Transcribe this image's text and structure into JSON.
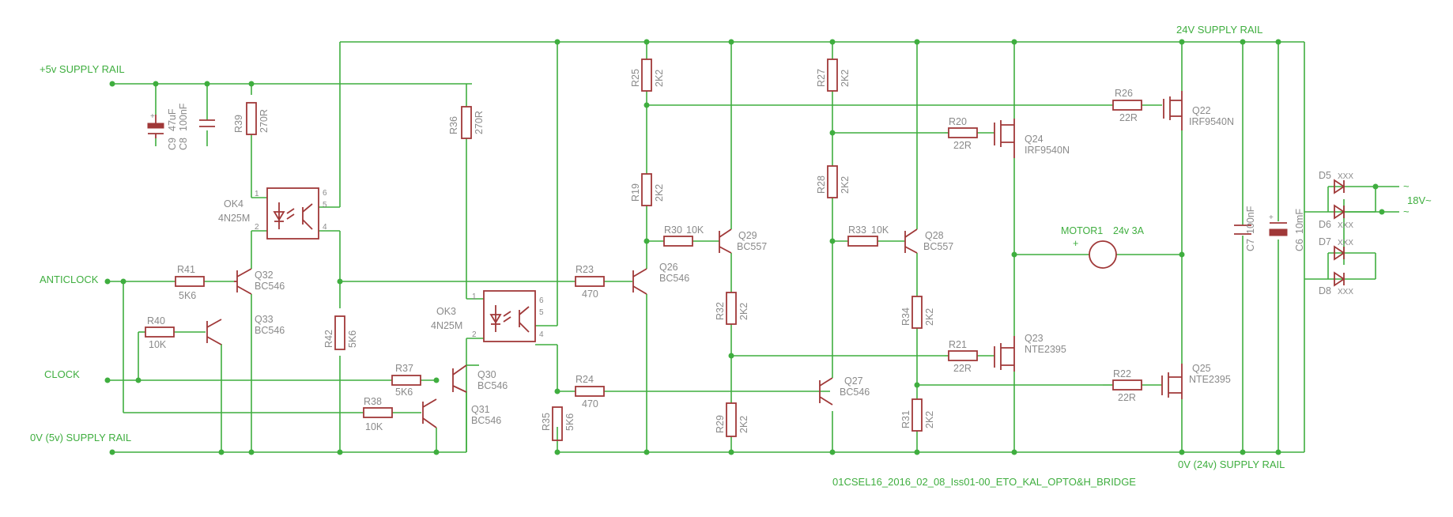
{
  "rails": {
    "supply_24v": "24V SUPPLY RAIL",
    "supply_5v": "+5v SUPPLY RAIL",
    "ground_5v": "0V (5v) SUPPLY RAIL",
    "ground_24v": "0V (24v) SUPPLY RAIL"
  },
  "inputs": {
    "anticlock": "ANTICLOCK",
    "clock": "CLOCK"
  },
  "output": {
    "label": "18V~",
    "tilde": "~"
  },
  "motor": {
    "name": "MOTOR1",
    "rating": "24v 3A",
    "plus": "+"
  },
  "drawing_id": "01CSEL16_2016_02_08_Iss01-00_ETO_KAL_OPTO&H_BRIDGE",
  "parts": {
    "R25": {
      "name": "R25",
      "value": "2K2"
    },
    "R27": {
      "name": "R27",
      "value": "2K2"
    },
    "R19": {
      "name": "R19",
      "value": "2K2"
    },
    "R28": {
      "name": "R28",
      "value": "2K2"
    },
    "R32": {
      "name": "R32",
      "value": "2K2"
    },
    "R34": {
      "name": "R34",
      "value": "2K2"
    },
    "R29": {
      "name": "R29",
      "value": "2K2"
    },
    "R31": {
      "name": "R31",
      "value": "2K2"
    },
    "R39": {
      "name": "R39",
      "value": "270R"
    },
    "R36": {
      "name": "R36",
      "value": "270R"
    },
    "R42": {
      "name": "R42",
      "value": "5K6"
    },
    "R35": {
      "name": "R35",
      "value": "5K6"
    },
    "R41": {
      "name": "R41",
      "value": "5K6"
    },
    "R40": {
      "name": "R40",
      "value": "10K"
    },
    "R37": {
      "name": "R37",
      "value": "5K6"
    },
    "R38": {
      "name": "R38",
      "value": "10K"
    },
    "R23": {
      "name": "R23",
      "value": "470"
    },
    "R24": {
      "name": "R24",
      "value": "470"
    },
    "R30": {
      "name": "R30",
      "value": "10K"
    },
    "R33": {
      "name": "R33",
      "value": "10K"
    },
    "R26": {
      "name": "R26",
      "value": "22R"
    },
    "R20": {
      "name": "R20",
      "value": "22R"
    },
    "R21": {
      "name": "R21",
      "value": "22R"
    },
    "R22": {
      "name": "R22",
      "value": "22R"
    },
    "C9": {
      "name": "C9",
      "value": "47uF"
    },
    "C8": {
      "name": "C8",
      "value": "100nF"
    },
    "C7": {
      "name": "C7",
      "value": "100nF"
    },
    "C6": {
      "name": "C6",
      "value": "10mF"
    },
    "OK4": {
      "name": "OK4",
      "value": "4N25M"
    },
    "OK3": {
      "name": "OK3",
      "value": "4N25M"
    },
    "Q32": {
      "name": "Q32",
      "value": "BC546"
    },
    "Q33": {
      "name": "Q33",
      "value": "BC546"
    },
    "Q30": {
      "name": "Q30",
      "value": "BC546"
    },
    "Q31": {
      "name": "Q31",
      "value": "BC546"
    },
    "Q26": {
      "name": "Q26",
      "value": "BC546"
    },
    "Q27": {
      "name": "Q27",
      "value": "BC546"
    },
    "Q29": {
      "name": "Q29",
      "value": "BC557"
    },
    "Q28": {
      "name": "Q28",
      "value": "BC557"
    },
    "Q22": {
      "name": "Q22",
      "value": "IRF9540N"
    },
    "Q24": {
      "name": "Q24",
      "value": "IRF9540N"
    },
    "Q23": {
      "name": "Q23",
      "value": "NTE2395"
    },
    "Q25": {
      "name": "Q25",
      "value": "NTE2395"
    },
    "D5": {
      "name": "D5",
      "value": "XXX"
    },
    "D6": {
      "name": "D6",
      "value": "XXX"
    },
    "D7": {
      "name": "D7",
      "value": "XXX"
    },
    "D8": {
      "name": "D8",
      "value": "XXX"
    }
  },
  "pins": {
    "p1": "1",
    "p2": "2",
    "p4": "4",
    "p5": "5",
    "p6": "6"
  },
  "colors": {
    "wire": "#3fae3f",
    "component": "#a03838",
    "label": "#8a8a8a"
  }
}
